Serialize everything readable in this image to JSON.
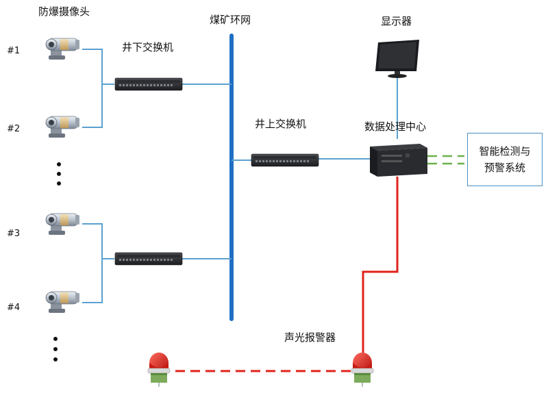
{
  "labels": {
    "camera_title": "防爆摄像头",
    "ring_network": "煤矿环网",
    "monitor": "显示器",
    "underground_switch": "井下交换机",
    "surface_switch": "井上交换机",
    "data_center": "数据处理中心",
    "alarm": "声光报警器"
  },
  "detection_system": {
    "line1": "智能检测与",
    "line2": "预警系统"
  },
  "cameras": [
    {
      "label": "#1"
    },
    {
      "label": "#2"
    },
    {
      "label": "#3"
    },
    {
      "label": "#4"
    }
  ],
  "colors": {
    "network_line": "#5aa0d0",
    "ring_bus": "#1f6fc4",
    "alarm_line": "#e0221b",
    "wireless_link": "#6ab04c",
    "box_border": "#4a8fc0"
  }
}
